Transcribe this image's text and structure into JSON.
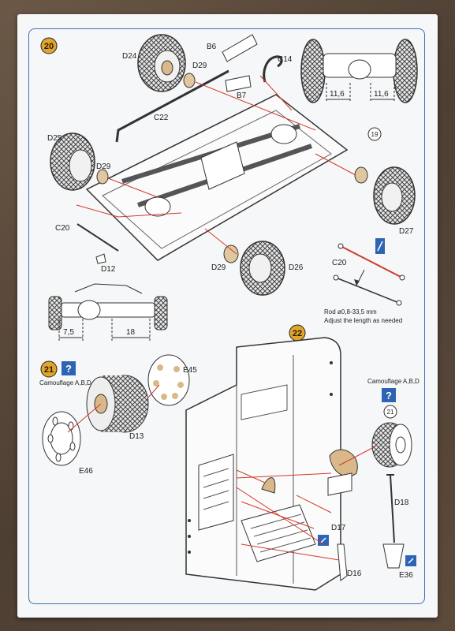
{
  "steps": {
    "s20": "20",
    "s21": "21",
    "s22": "22",
    "s19_ref": "19",
    "s21_ref": "21"
  },
  "step20": {
    "parts": {
      "d24": "D24",
      "d29_top": "D29",
      "b6": "B6",
      "c14": "C14",
      "b7": "B7",
      "c22": "C22",
      "d25": "D25",
      "d29_left": "D29",
      "c20": "C20",
      "d12": "D12",
      "d29_bottom": "D29",
      "d26": "D26",
      "d27": "D27"
    },
    "dims_top": {
      "left": "11,6",
      "right": "11,6"
    },
    "dims_bottom": {
      "left": "7,5",
      "right": "18"
    },
    "rod": {
      "part": "C20",
      "note1": "Rod ø0,8-33,5 mm",
      "note2": "Adjust the length as needed"
    }
  },
  "step21": {
    "camouflage": "Camouflage A,B,D",
    "parts": {
      "e45": "E45",
      "d13": "D13",
      "e46": "E46"
    }
  },
  "step22": {
    "camouflage": "Camouflage A,B,D",
    "parts": {
      "d18": "D18",
      "d17": "D17",
      "d16": "D16",
      "e36": "E36"
    }
  },
  "colors": {
    "frame": "#3f6fb4",
    "step_badge": "#e0a52a",
    "info_badge": "#2f64b5",
    "callout": "#d23a2a"
  }
}
